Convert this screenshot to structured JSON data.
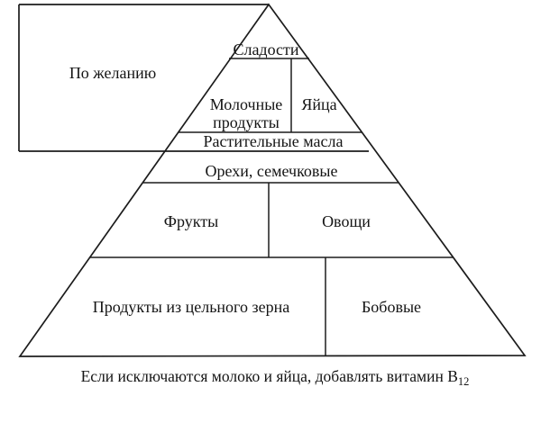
{
  "pyramid": {
    "optional_box": {
      "label": "По желанию"
    },
    "levels": [
      {
        "name": "sweets",
        "cells": [
          {
            "lines": [
              "Сладости"
            ]
          }
        ]
      },
      {
        "name": "dairy-and-eggs",
        "cells": [
          {
            "lines": [
              "Молочные",
              "продукты"
            ]
          },
          {
            "lines": [
              "Яйца"
            ]
          }
        ]
      },
      {
        "name": "vegetable-oils",
        "cells": [
          {
            "lines": [
              "Растительные масла"
            ]
          }
        ]
      },
      {
        "name": "nuts-seeds",
        "cells": [
          {
            "lines": [
              "Орехи, семечковые"
            ]
          }
        ]
      },
      {
        "name": "fruits-vegetables",
        "cells": [
          {
            "lines": [
              "Фрукты"
            ]
          },
          {
            "lines": [
              "Овощи"
            ]
          }
        ]
      },
      {
        "name": "grains-legumes",
        "cells": [
          {
            "lines": [
              "Продукты из цельного зерна"
            ]
          },
          {
            "lines": [
              "Бобовые"
            ]
          }
        ]
      }
    ]
  },
  "footnote": {
    "text": "Если исключаются молоко и яйца, добавлять витамин В",
    "subscript": "12"
  },
  "colors": {
    "line": "#1c1c1c",
    "text": "#141414",
    "background": "#ffffff"
  }
}
